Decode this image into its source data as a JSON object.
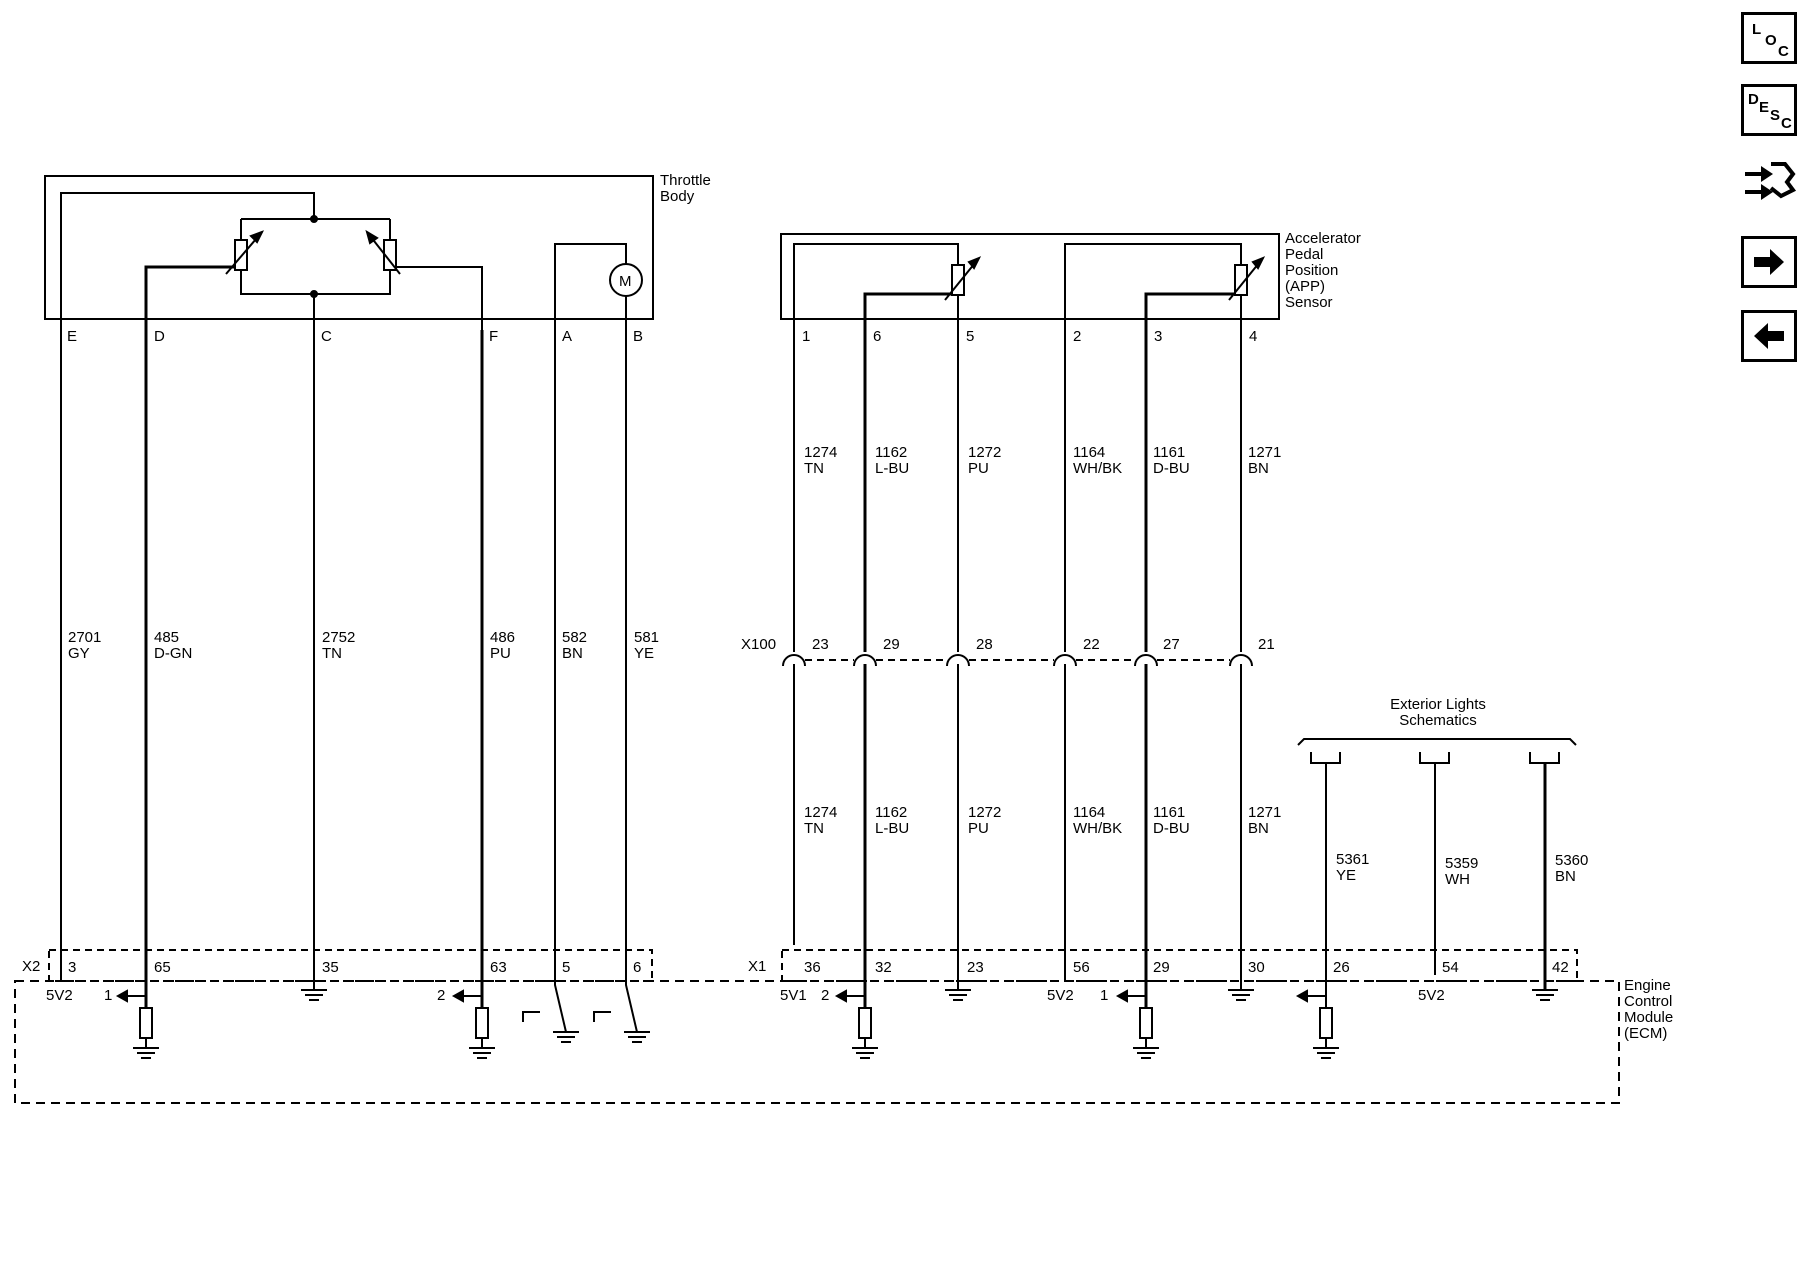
{
  "throttle_body": {
    "label_lines": [
      "Throttle",
      "Body"
    ],
    "pins": [
      "E",
      "D",
      "C",
      "F",
      "A",
      "B"
    ],
    "motor": "M"
  },
  "app_sensor": {
    "label_lines": [
      "Accelerator",
      "Pedal",
      "Position",
      "(APP)",
      "Sensor"
    ],
    "pins": [
      "1",
      "6",
      "5",
      "2",
      "3",
      "4"
    ]
  },
  "wires_left": [
    {
      "circuit": "2701",
      "color": "GY"
    },
    {
      "circuit": "485",
      "color": "D-GN"
    },
    {
      "circuit": "2752",
      "color": "TN"
    },
    {
      "circuit": "486",
      "color": "PU"
    },
    {
      "circuit": "582",
      "color": "BN"
    },
    {
      "circuit": "581",
      "color": "YE"
    }
  ],
  "wires_app_upper": [
    {
      "circuit": "1274",
      "color": "TN"
    },
    {
      "circuit": "1162",
      "color": "L-BU"
    },
    {
      "circuit": "1272",
      "color": "PU"
    },
    {
      "circuit": "1164",
      "color": "WH/BK"
    },
    {
      "circuit": "1161",
      "color": "D-BU"
    },
    {
      "circuit": "1271",
      "color": "BN"
    }
  ],
  "wires_app_lower": [
    {
      "circuit": "1274",
      "color": "TN"
    },
    {
      "circuit": "1162",
      "color": "L-BU"
    },
    {
      "circuit": "1272",
      "color": "PU"
    },
    {
      "circuit": "1164",
      "color": "WH/BK"
    },
    {
      "circuit": "1161",
      "color": "D-BU"
    },
    {
      "circuit": "1271",
      "color": "BN"
    }
  ],
  "x100": {
    "name": "X100",
    "pins": [
      "23",
      "29",
      "28",
      "22",
      "27",
      "21"
    ]
  },
  "exterior_lights": {
    "label_lines": [
      "Exterior Lights",
      "Schematics"
    ],
    "wires": [
      {
        "circuit": "5361",
        "color": "YE"
      },
      {
        "circuit": "5359",
        "color": "WH"
      },
      {
        "circuit": "5360",
        "color": "BN"
      }
    ]
  },
  "x2": {
    "name": "X2",
    "pins": [
      "3",
      "65",
      "35",
      "63",
      "5",
      "6"
    ]
  },
  "x1": {
    "name": "X1",
    "pins": [
      "36",
      "32",
      "23",
      "56",
      "29",
      "30",
      "26",
      "54",
      "42"
    ]
  },
  "ecm": {
    "label_lines": [
      "Engine",
      "Control",
      "Module",
      "(ECM)"
    ],
    "labels": {
      "v_e": "5V2",
      "d_ref": "1",
      "f_ref": "2",
      "v_1": "5V1",
      "app6_ref": "2",
      "v_2": "5V2",
      "app3_ref": "1",
      "v_54": "5V2"
    }
  },
  "nav": {
    "loc": [
      "L",
      "O",
      "C"
    ],
    "desc": [
      "D",
      "E",
      "S",
      "C"
    ]
  }
}
